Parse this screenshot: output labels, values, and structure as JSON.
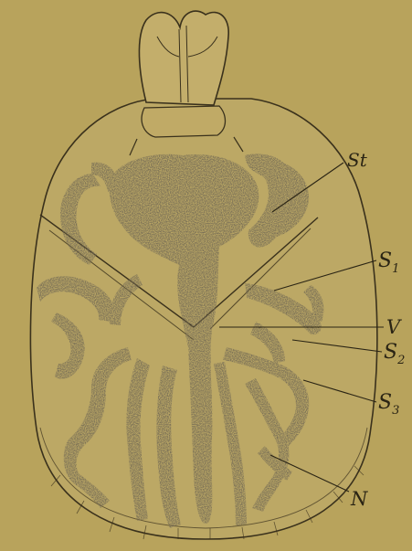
{
  "figure": {
    "paper_color": "#b8a35c",
    "ink_color": "#2a2414",
    "stipple_color": "#4a3f25",
    "labels": {
      "st": {
        "text": "St",
        "sub": ""
      },
      "s1": {
        "text": "S",
        "sub": "1"
      },
      "v": {
        "text": "V",
        "sub": ""
      },
      "s2": {
        "text": "S",
        "sub": "2"
      },
      "s3": {
        "text": "S",
        "sub": "3"
      },
      "n": {
        "text": "N",
        "sub": ""
      }
    }
  }
}
